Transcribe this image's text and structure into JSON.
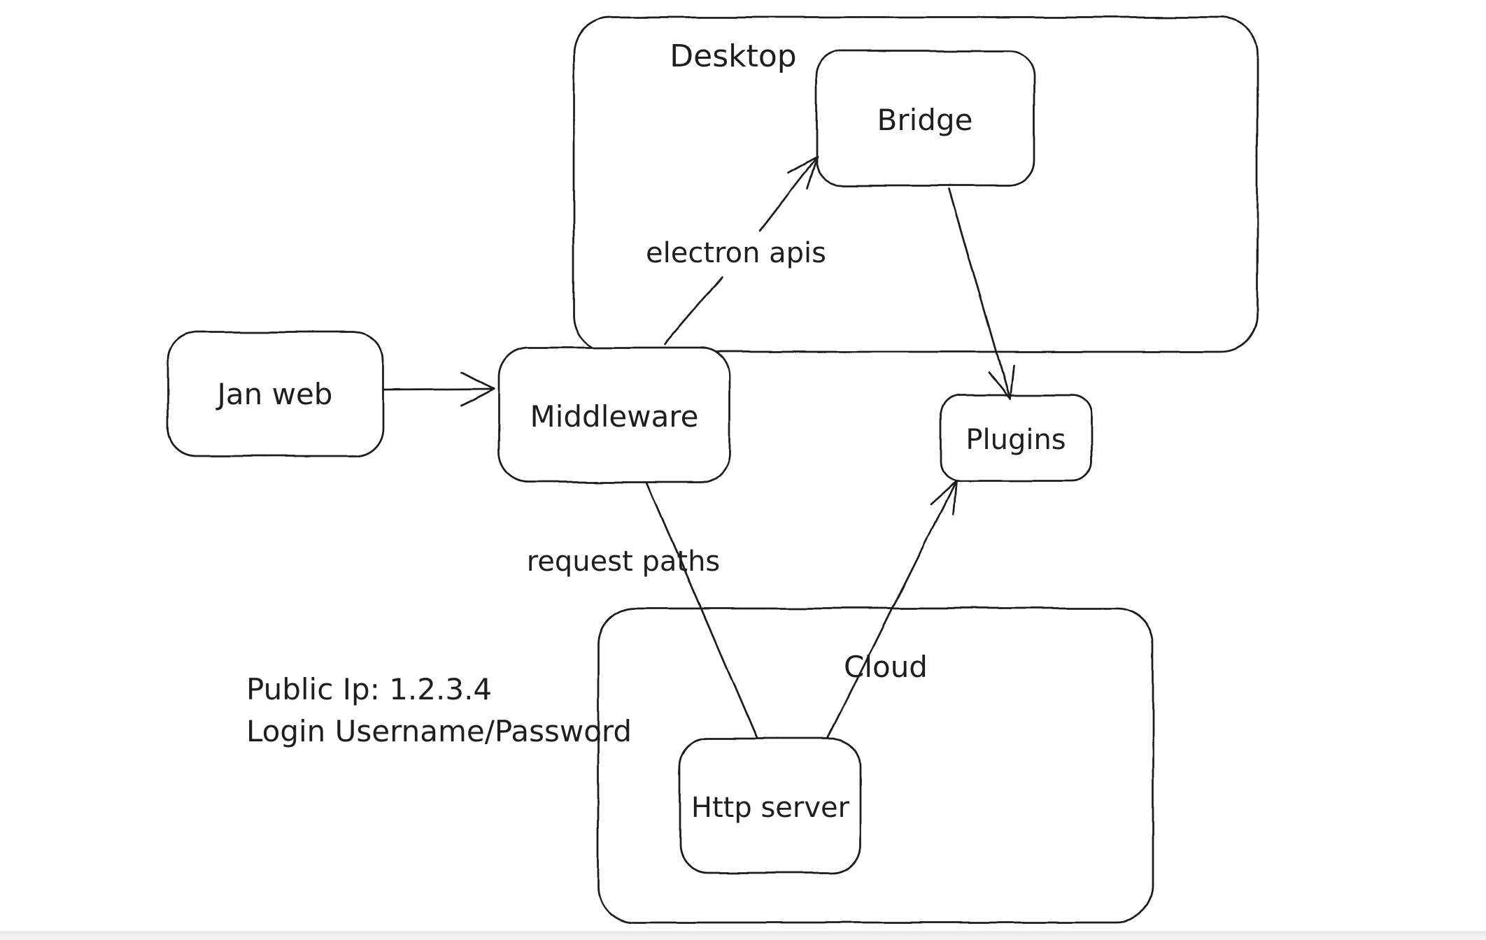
{
  "app": {
    "background": "#ffffff",
    "ink": "#1e1e1e",
    "bottom_bar": "#ececec"
  },
  "containers": {
    "desktop": {
      "label": "Desktop"
    },
    "cloud": {
      "label": "Cloud"
    }
  },
  "nodes": {
    "jan_web": {
      "label": "Jan web"
    },
    "middleware": {
      "label": "Middleware"
    },
    "bridge": {
      "label": "Bridge"
    },
    "plugins": {
      "label": "Plugins"
    },
    "http_server": {
      "label": "Http server"
    }
  },
  "edge_labels": {
    "electron_apis": "electron apis",
    "request_paths": "request paths"
  },
  "notes": {
    "public_ip": "Public Ip: 1.2.3.4",
    "login": "Login Username/Password"
  }
}
